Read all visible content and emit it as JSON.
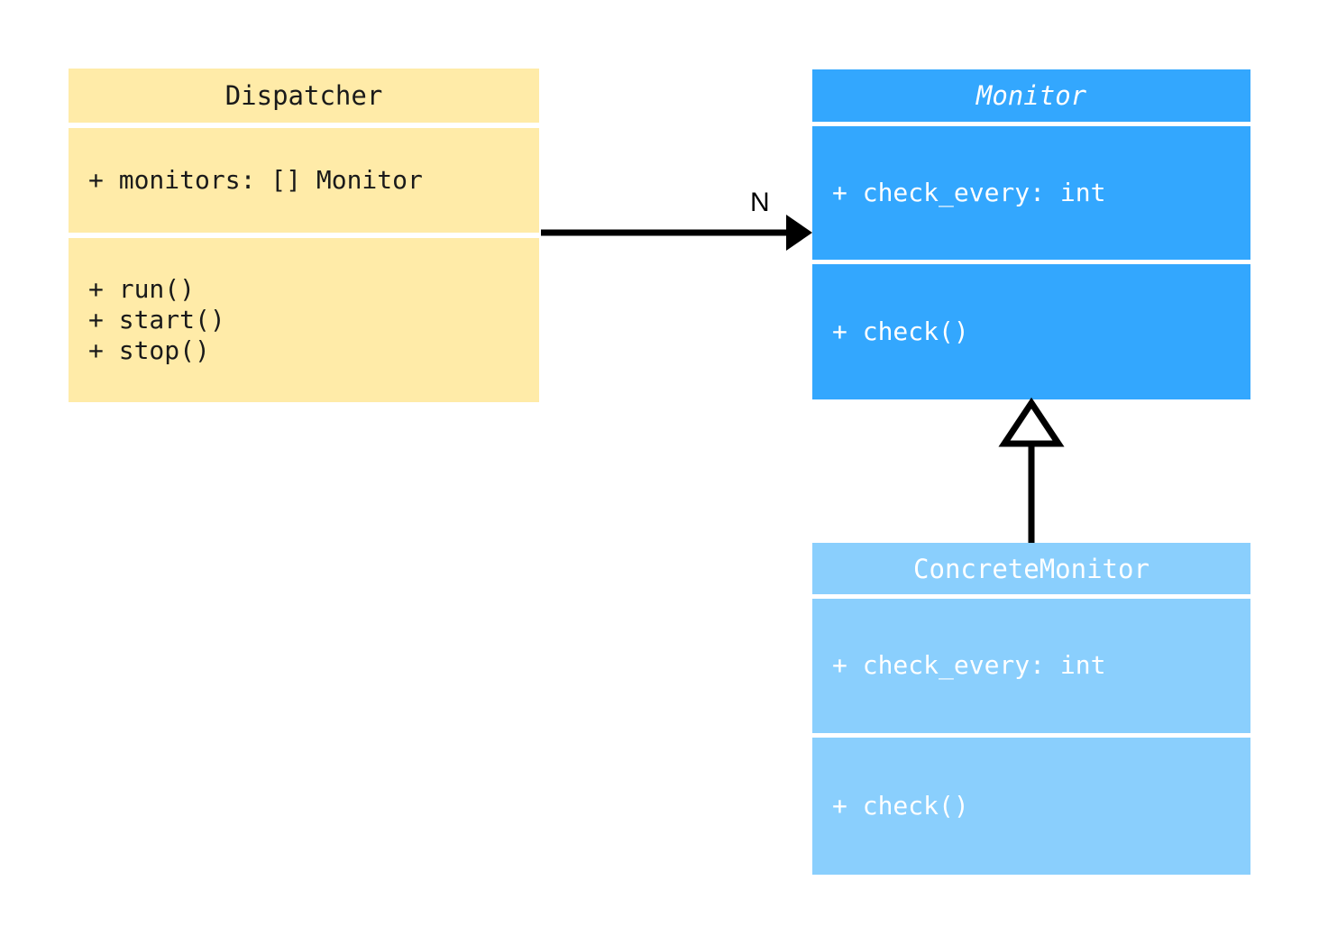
{
  "diagram": {
    "type": "uml-class-diagram",
    "title": "Dispatcher / Monitor class diagram",
    "background": "#ffffff"
  },
  "colors": {
    "dispatcher_fill": "#ffeba8",
    "dispatcher_text": "#1a1a1a",
    "monitor_fill": "#33a7fe",
    "monitor_text": "#ffffff",
    "concrete_monitor_fill": "#8acffd",
    "concrete_monitor_text": "#ffffff",
    "connector": "#000000",
    "compartment_divider": "#ffffff"
  },
  "classes": {
    "dispatcher": {
      "name": "Dispatcher",
      "abstract": false,
      "attributes": [
        "+ monitors: [] Monitor"
      ],
      "operations": [
        "+ run()",
        "+ start()",
        "+ stop()"
      ]
    },
    "monitor": {
      "name": "Monitor",
      "abstract": true,
      "attributes": [
        "+ check_every: int"
      ],
      "operations": [
        "+ check()"
      ]
    },
    "concrete_monitor": {
      "name": "ConcreteMonitor",
      "abstract": false,
      "attributes": [
        "+ check_every: int"
      ],
      "operations": [
        "+ check()"
      ]
    }
  },
  "relationships": {
    "association": {
      "kind": "directed-association",
      "from": "Dispatcher",
      "to": "Monitor",
      "multiplicity_label": "N",
      "arrowhead": "filled-triangle"
    },
    "generalization": {
      "kind": "generalization",
      "from": "ConcreteMonitor",
      "to": "Monitor",
      "arrowhead": "hollow-triangle"
    }
  }
}
